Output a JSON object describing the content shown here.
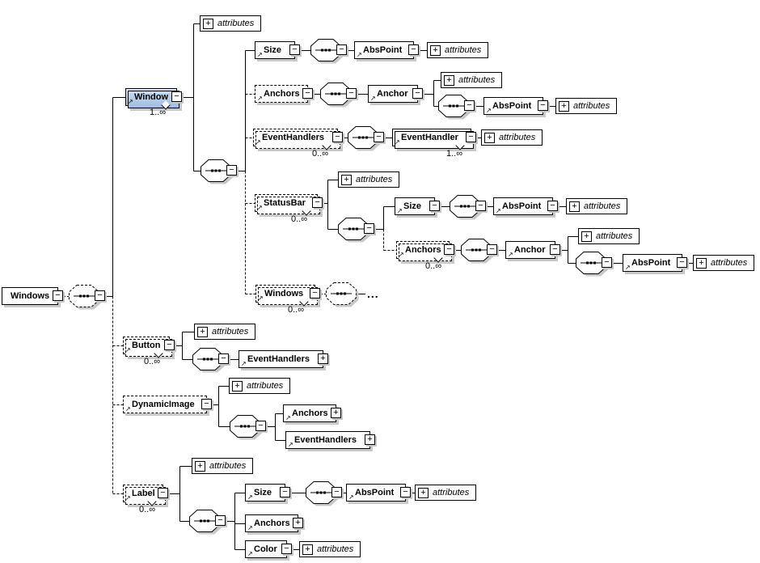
{
  "diagram_type": "xml-schema-content-model",
  "labels": {
    "attributes": "attributes",
    "ellipsis": "..."
  },
  "elements": {
    "windows_root": "Windows",
    "window": "Window",
    "size": "Size",
    "abspoint": "AbsPoint",
    "anchors": "Anchors",
    "anchor": "Anchor",
    "eventhandlers": "EventHandlers",
    "eventhandler": "EventHandler",
    "statusbar": "StatusBar",
    "windows_child": "Windows",
    "button": "Button",
    "dynamicimage": "DynamicImage",
    "label": "Label",
    "color": "Color"
  },
  "occurs": {
    "window": "1..∞",
    "eventhandlers_window": "0..∞",
    "eventhandler": "1..∞",
    "statusbar": "0..∞",
    "anchors_statusbar": "0..∞",
    "windows_child": "0..∞",
    "button": "0..∞",
    "label": "0..∞"
  },
  "icons": {
    "element_arrow": "↗",
    "collapse": "−",
    "expand": "+"
  },
  "colors": {
    "selection_fill_top": "#dce8f7",
    "selection_fill_bottom": "#a9c4e7",
    "shadow": "#c8c8c8",
    "line": "#000000",
    "box_border": "#000000",
    "background": "#ffffff"
  }
}
